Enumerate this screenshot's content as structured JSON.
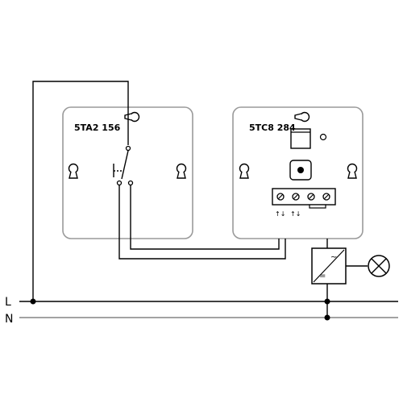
{
  "device_left": {
    "label": "5TA2 156"
  },
  "device_right": {
    "label": "5TC8 284"
  },
  "rails": {
    "line": "L",
    "neutral": "N"
  },
  "terminal_marks": [
    "↑↓",
    "↑↓"
  ],
  "converter": {
    "ac_symbol": "~",
    "dc_symbol": "="
  }
}
